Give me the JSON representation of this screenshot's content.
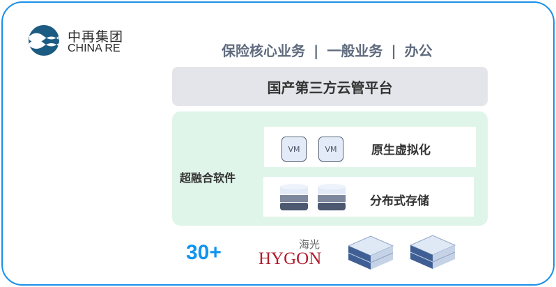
{
  "logo": {
    "name_cn": "中再集团",
    "name_en": "CHINA RE"
  },
  "header": {
    "items": [
      "保险核心业务",
      "一般业务",
      "办公"
    ],
    "separator": "|"
  },
  "platform": {
    "label": "国产第三方云管平台"
  },
  "hci": {
    "label": "超融合软件",
    "virtualization": {
      "label": "原生虚拟化",
      "vm_labels": [
        "VM",
        "VM"
      ]
    },
    "storage": {
      "label": "分布式存储"
    }
  },
  "bottom": {
    "count": "30+",
    "hygon_cn": "海光",
    "hygon_en": "HYGON"
  },
  "colors": {
    "border": "#1a8fe8",
    "accent": "#1094f0",
    "hygon": "#b01c2e",
    "green_bg": "#e0f5ea",
    "gray_bg": "#e4e5ea"
  }
}
